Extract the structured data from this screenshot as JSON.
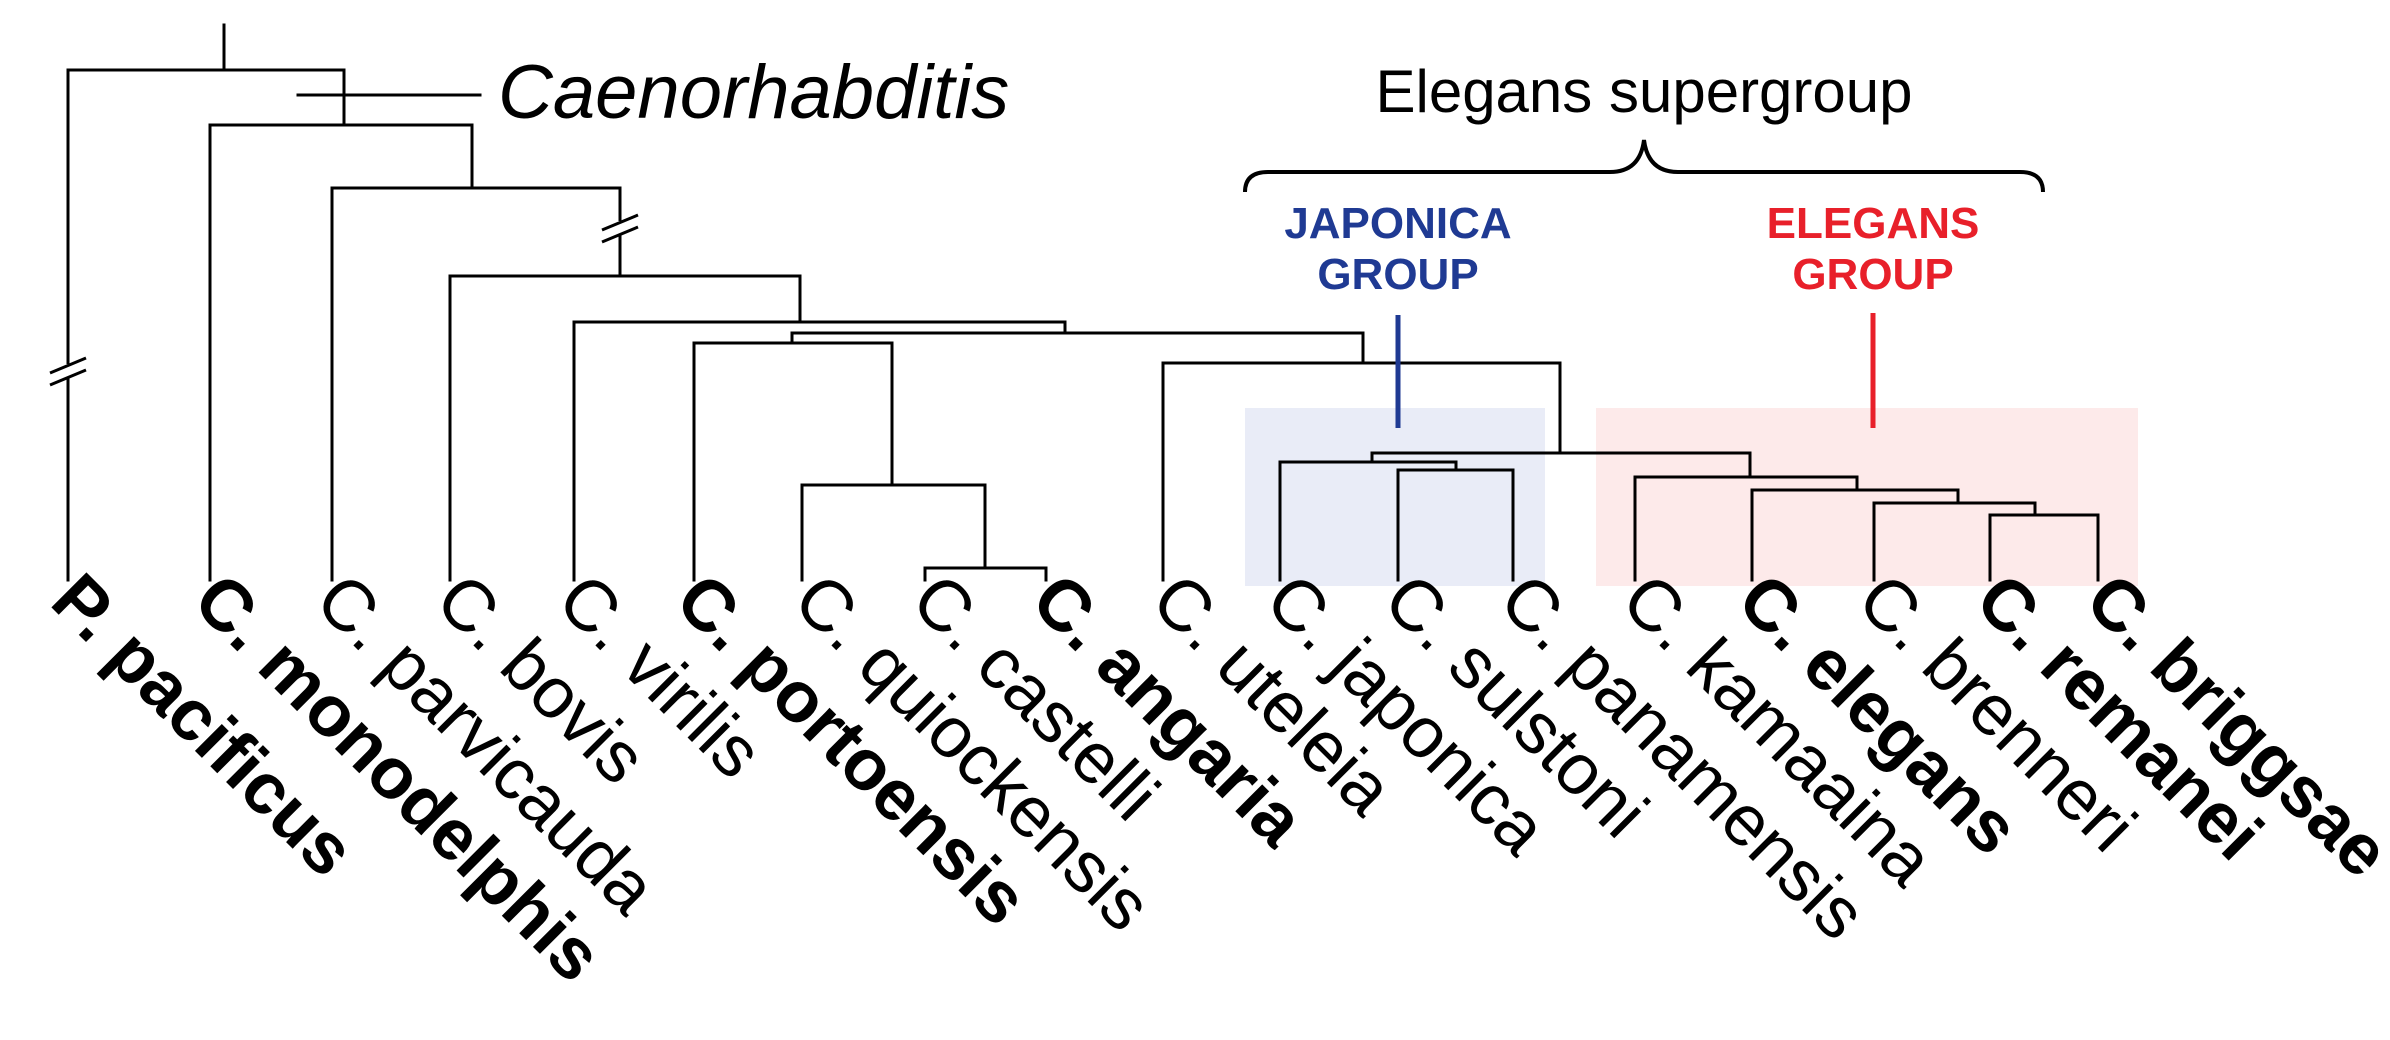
{
  "genus_label": "Caenorhabditis",
  "supergroup_label": "Elegans supergroup",
  "groups": {
    "japonica": {
      "line1": "JAPONICA",
      "line2": "GROUP",
      "color": "#1f3a93",
      "shade": "#e9ecf7"
    },
    "elegans": {
      "line1": "ELEGANS",
      "line2": "GROUP",
      "color": "#e8202a",
      "shade": "#fdeaea"
    }
  },
  "taxa": [
    {
      "name": "P. pacificus",
      "bold": true
    },
    {
      "name": "C. monodelphis",
      "bold": true
    },
    {
      "name": "C. parvicauda",
      "bold": false
    },
    {
      "name": "C. bovis",
      "bold": false
    },
    {
      "name": "C. virilis",
      "bold": false
    },
    {
      "name": "C. portoensis",
      "bold": true
    },
    {
      "name": "C. quiockensis",
      "bold": false
    },
    {
      "name": "C. castelli",
      "bold": false
    },
    {
      "name": "C. angaria",
      "bold": true
    },
    {
      "name": "C. uteleia",
      "bold": false
    },
    {
      "name": "C. japonica",
      "bold": false
    },
    {
      "name": "C. sulstoni",
      "bold": false
    },
    {
      "name": "C. panamensis",
      "bold": false
    },
    {
      "name": "C. kamaaina",
      "bold": false
    },
    {
      "name": "C. elegans",
      "bold": true
    },
    {
      "name": "C. brenneri",
      "bold": false
    },
    {
      "name": "C. remanei",
      "bold": true
    },
    {
      "name": "C. briggsae",
      "bold": true
    }
  ]
}
